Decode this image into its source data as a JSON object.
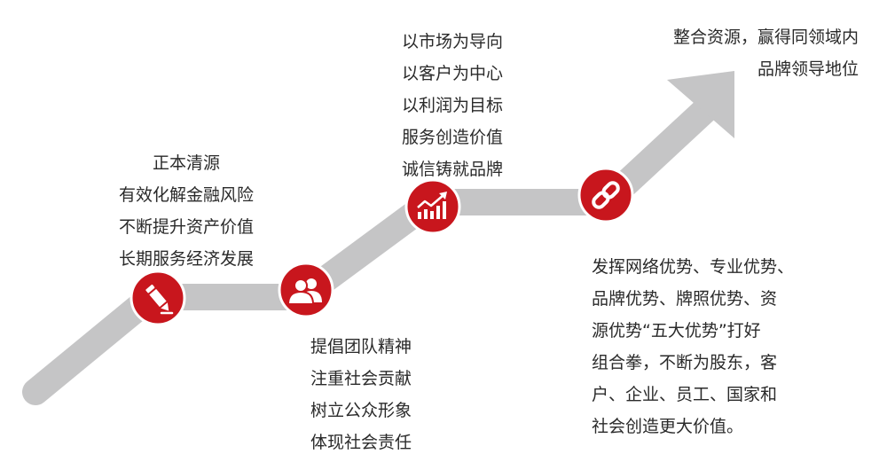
{
  "colors": {
    "path": "#c5c5c6",
    "badge": "#c8161d",
    "badge_ring": "#ffffff",
    "text": "#2a2a2a"
  },
  "milestones": [
    {
      "icon": "pencil-icon",
      "lines": [
        "正本清源",
        "有效化解金融风险",
        "不断提升资产价值",
        "长期服务经济发展"
      ]
    },
    {
      "icon": "team-icon",
      "lines": [
        "提倡团队精神",
        "注重社会贡献",
        "树立公众形象",
        "体现社会责任"
      ]
    },
    {
      "icon": "growth-chart-icon",
      "lines": [
        "以市场为导向",
        "以客户为中心",
        "以利润为目标",
        "服务创造价值",
        "诚信铸就品牌"
      ]
    },
    {
      "icon": "link-icon",
      "lines": [
        "发挥网络优势、专业优势、",
        "品牌优势、牌照优势、资",
        "源优势“五大优势”打好",
        "组合拳，不断为股东，客",
        "户、企业、员工、国家和",
        "社会创造更大价值。"
      ]
    }
  ],
  "goal": {
    "lines": [
      "整合资源，赢得同领域内",
      "品牌领导地位"
    ]
  }
}
